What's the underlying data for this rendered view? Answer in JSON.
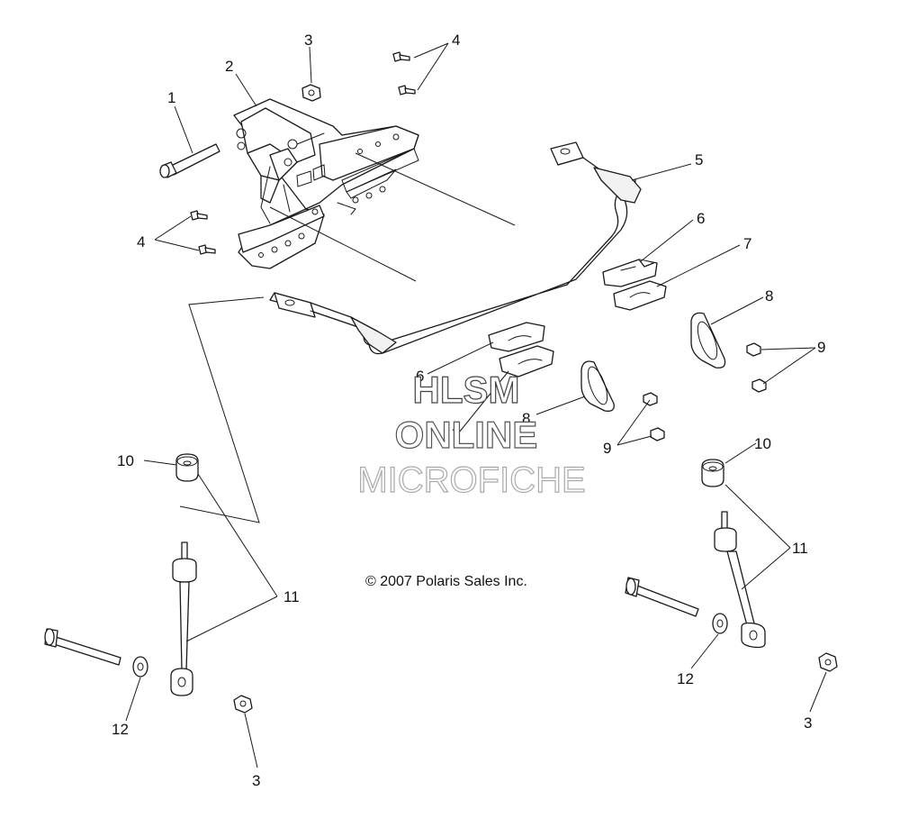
{
  "callouts": [
    {
      "id": "c1",
      "label": "1"
    },
    {
      "id": "c2",
      "label": "2"
    },
    {
      "id": "c3a",
      "label": "3"
    },
    {
      "id": "c3b",
      "label": "3"
    },
    {
      "id": "c3c",
      "label": "3"
    },
    {
      "id": "c4a",
      "label": "4"
    },
    {
      "id": "c4b",
      "label": "4"
    },
    {
      "id": "c5",
      "label": "5"
    },
    {
      "id": "c6a",
      "label": "6"
    },
    {
      "id": "c6b",
      "label": "6"
    },
    {
      "id": "c7a",
      "label": "7"
    },
    {
      "id": "c7b",
      "label": "7"
    },
    {
      "id": "c8a",
      "label": "8"
    },
    {
      "id": "c8b",
      "label": "8"
    },
    {
      "id": "c9a",
      "label": "9"
    },
    {
      "id": "c9b",
      "label": "9"
    },
    {
      "id": "c10a",
      "label": "10"
    },
    {
      "id": "c10b",
      "label": "10"
    },
    {
      "id": "c11a",
      "label": "11"
    },
    {
      "id": "c11b",
      "label": "11"
    },
    {
      "id": "c12a",
      "label": "12"
    },
    {
      "id": "c12b",
      "label": "12"
    }
  ],
  "copyright": "© 2007 Polaris Sales Inc.",
  "watermark": {
    "line1": "HLSM",
    "line2": "ONLINE",
    "line3": "MICROFICHE"
  }
}
